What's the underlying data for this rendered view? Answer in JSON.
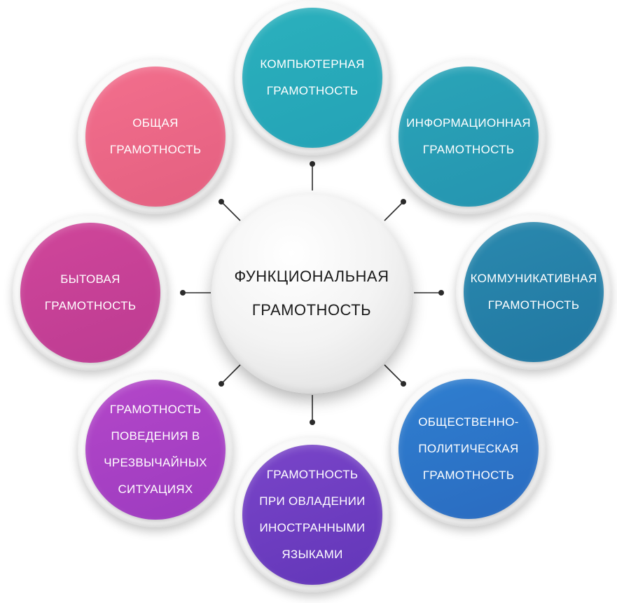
{
  "center": {
    "label": "ФУНКЦИОНАЛЬНАЯ\nГРАМОТНОСТЬ"
  },
  "nodes": [
    {
      "id": "computer",
      "label": "КОМПЬЮТЕРНАЯ\nГРАМОТНОСТЬ",
      "color_from": "#2bb1bd",
      "color_to": "#24a2b6"
    },
    {
      "id": "information",
      "label": "ИНФОРМАЦИОННАЯ\nГРАМОТНОСТЬ",
      "color_from": "#2aa5b8",
      "color_to": "#2594b0"
    },
    {
      "id": "communicative",
      "label": "КОММУНИКАТИВНАЯ\nГРАМОТНОСТЬ",
      "color_from": "#2a89ae",
      "color_to": "#2177a2"
    },
    {
      "id": "socio-political",
      "label": "ОБЩЕСТВЕННО-\nПОЛИТИЧЕСКАЯ\nГРАМОТНОСТЬ",
      "color_from": "#2f7fd0",
      "color_to": "#2a6bc0"
    },
    {
      "id": "foreign-languages",
      "label": "ГРАМОТНОСТЬ\nПРИ ОВЛАДЕНИИ\nИНОСТРАННЫМИ\nЯЗЫКАМИ",
      "color_from": "#7a45c9",
      "color_to": "#6236b8"
    },
    {
      "id": "emergency",
      "label": "ГРАМОТНОСТЬ\nПОВЕДЕНИЯ В\nЧРЕЗВЫЧАЙНЫХ\nСИТУАЦИЯХ",
      "color_from": "#b447c9",
      "color_to": "#9c3bbf"
    },
    {
      "id": "everyday",
      "label": "БЫТОВАЯ\nГРАМОТНОСТЬ",
      "color_from": "#d0469a",
      "color_to": "#bc3b92"
    },
    {
      "id": "general",
      "label": "ОБЩАЯ\nГРАМОТНОСТЬ",
      "color_from": "#f36f8d",
      "color_to": "#e35f80"
    }
  ],
  "connector_color": "#2b2b2b"
}
